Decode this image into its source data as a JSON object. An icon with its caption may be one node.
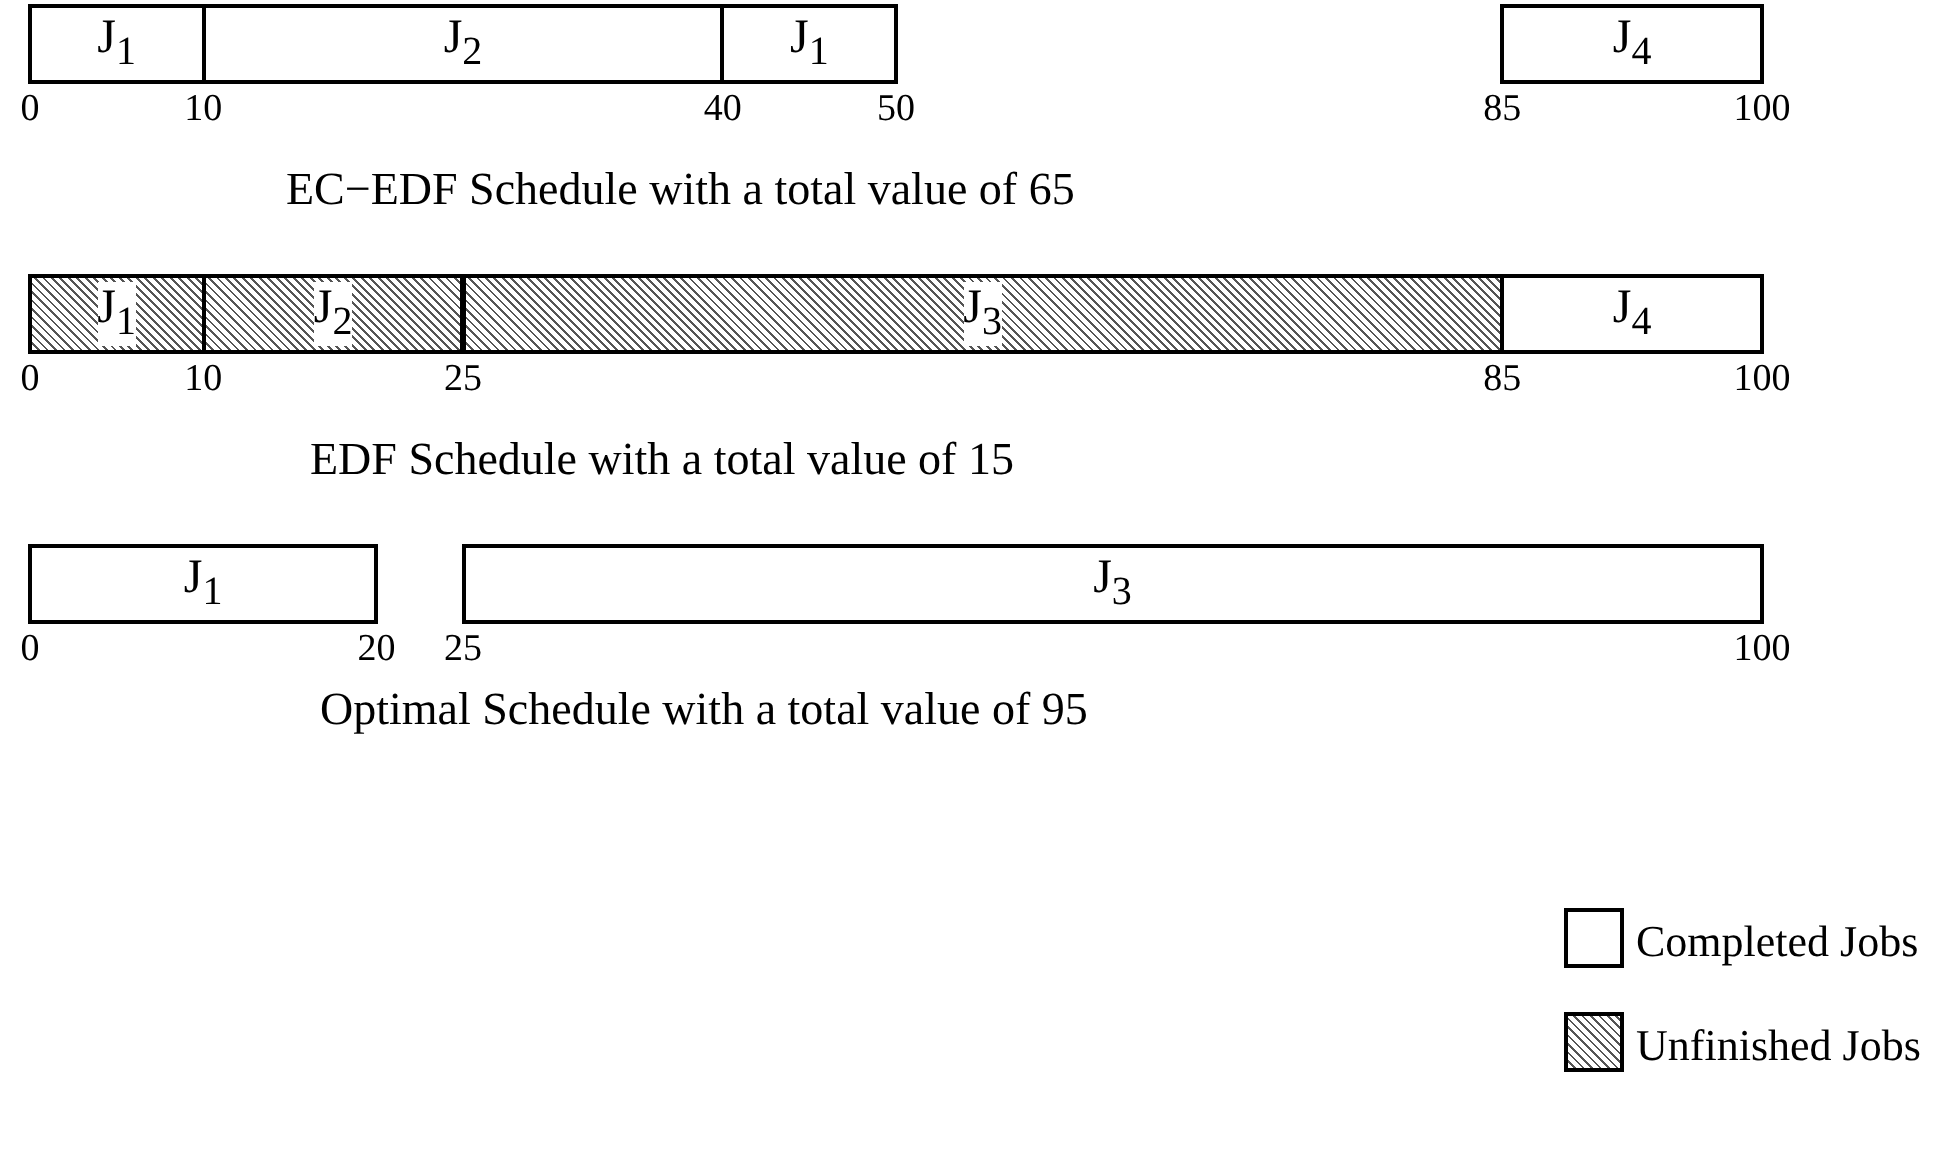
{
  "diagram": {
    "nodes": [
      {
        "text": [
          "J$_{1}$"
        ]
      },
      {
        "text": [
          "J$_{2}$"
        ]
      },
      {
        "text": [
          "J$_{1}$"
        ]
      },
      {
        "text": [
          "J$_{4}$"
        ]
      },
      {
        "text": [
          "J$_{1}$"
        ]
      },
      {
        "text": [
          "J$_{2}$"
        ]
      },
      {
        "text": [
          "J$_{3}$"
        ]
      },
      {
        "text": [
          "J$_{4}$"
        ]
      },
      {
        "text": [
          "J$_{1}$"
        ]
      },
      {
        "text": [
          "J$_{3}$"
        ]
      }
    ],
    "edges": [],
    "labels": [
      "0",
      "10",
      "40",
      "50",
      "85",
      "100",
      "EC−EDF Schedule with a total value of 65",
      "0",
      "10",
      "25",
      "85",
      "100",
      "EDF Schedule with a total value of 15",
      "0",
      "20",
      "25",
      "100",
      "Optimal Schedule with a  total value of 95"
    ],
    "legend": [
      {
        "text": "Completed Jobs"
      },
      {
        "text": "Unfinished Jobs"
      }
    ]
  }
}
